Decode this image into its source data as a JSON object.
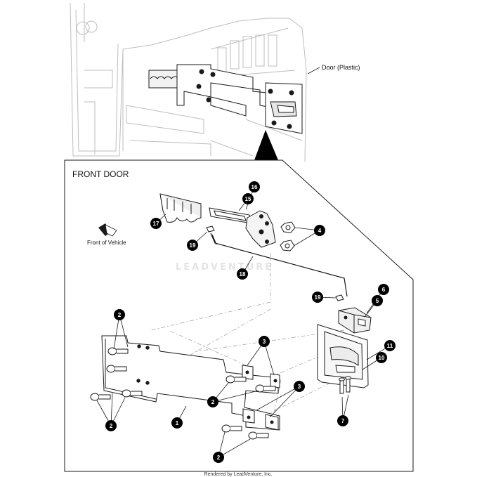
{
  "labels": {
    "door": "Door (Plastic)",
    "section_title": "FRONT DOOR",
    "front_of_vehicle": "Front of Vehicle",
    "watermark": "LEADVENTURE",
    "footer": "Rendered by LeadVenture, Inc."
  },
  "callouts": [
    {
      "id": "c16",
      "text": "16"
    },
    {
      "id": "c15",
      "text": "15"
    },
    {
      "id": "c17",
      "text": "17"
    },
    {
      "id": "c4",
      "text": "4"
    },
    {
      "id": "c19a",
      "text": "19"
    },
    {
      "id": "c18",
      "text": "18"
    },
    {
      "id": "c6",
      "text": "6"
    },
    {
      "id": "c5",
      "text": "5"
    },
    {
      "id": "c19b",
      "text": "19"
    },
    {
      "id": "c2a",
      "text": "2"
    },
    {
      "id": "c3a",
      "text": "3"
    },
    {
      "id": "c11",
      "text": "11"
    },
    {
      "id": "c10",
      "text": "10"
    },
    {
      "id": "c3b",
      "text": "3"
    },
    {
      "id": "c2b",
      "text": "2"
    },
    {
      "id": "c2c",
      "text": "2"
    },
    {
      "id": "c1",
      "text": "1"
    },
    {
      "id": "c7",
      "text": "7"
    },
    {
      "id": "c2d",
      "text": "2"
    }
  ],
  "colors": {
    "line": "#1a1a1a",
    "ghost": "#b8b8b8",
    "callout_fill": "#000000",
    "callout_text": "#ffffff"
  }
}
